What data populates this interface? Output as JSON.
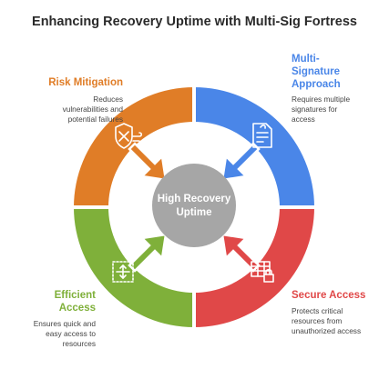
{
  "title": "Enhancing Recovery Uptime with Multi-Sig Fortress",
  "center": {
    "label_line1": "High Recovery",
    "label_line2": "Uptime",
    "color": "#a6a6a6"
  },
  "segments": [
    {
      "key": "risk",
      "title": "Risk Mitigation",
      "desc_line1": "Reduces",
      "desc_line2": "vulnerabilities and",
      "desc_line3": "potential failures",
      "color": "#e07d27",
      "icon": "shield-wind-icon"
    },
    {
      "key": "multisig",
      "title_line1": "Multi-",
      "title_line2": "Signature",
      "title_line3": "Approach",
      "desc_line1": "Requires multiple",
      "desc_line2": "signatures for",
      "desc_line3": "access",
      "color": "#4a86e8",
      "icon": "signed-document-icon"
    },
    {
      "key": "secure",
      "title": "Secure Access",
      "desc_line1": "Protects critical",
      "desc_line2": "resources from",
      "desc_line3": "unauthorized access",
      "color": "#e04848",
      "icon": "locked-table-icon"
    },
    {
      "key": "efficient",
      "title_line1": "Efficient",
      "title_line2": "Access",
      "desc_line1": "Ensures quick and",
      "desc_line2": "easy access to",
      "desc_line3": "resources",
      "color": "#7fb03a",
      "icon": "move-arrows-icon"
    }
  ]
}
